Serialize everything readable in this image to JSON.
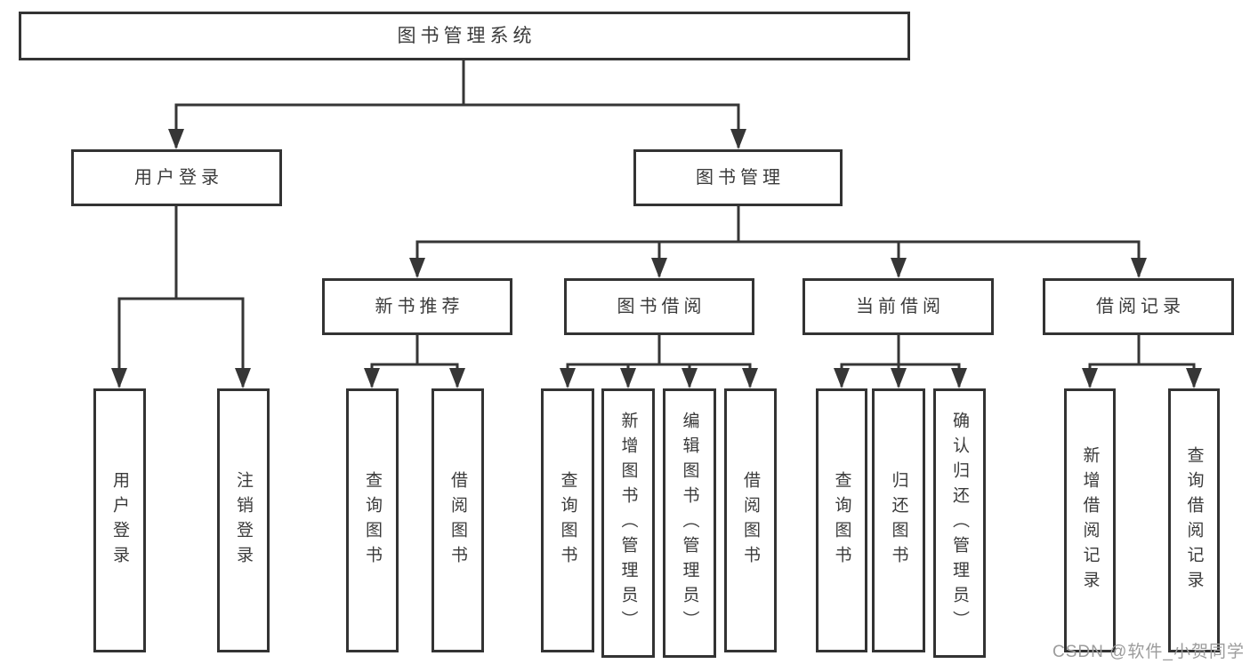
{
  "diagram": {
    "root": {
      "label": "图书管理系统"
    },
    "user_login": {
      "label": "用户登录",
      "children": [
        {
          "label": "用户登录"
        },
        {
          "label": "注销登录"
        }
      ]
    },
    "book_management": {
      "label": "图书管理",
      "sections": [
        {
          "label": "新书推荐",
          "children": [
            {
              "label": "查询图书"
            },
            {
              "label": "借阅图书"
            }
          ]
        },
        {
          "label": "图书借阅",
          "children": [
            {
              "label": "查询图书"
            },
            {
              "label": "新增图书（管理员）"
            },
            {
              "label": "编辑图书（管理员）"
            },
            {
              "label": "借阅图书"
            }
          ]
        },
        {
          "label": "当前借阅",
          "children": [
            {
              "label": "查询图书"
            },
            {
              "label": "归还图书"
            },
            {
              "label": "确认归还（管理员）"
            }
          ]
        },
        {
          "label": "借阅记录",
          "children": [
            {
              "label": "新增借阅记录"
            },
            {
              "label": "查询借阅记录"
            }
          ]
        }
      ]
    },
    "watermark": "CSDN @软件_小贺同学",
    "colors": {
      "line": "#363636",
      "box_border": "#333333",
      "box_fill": "#ffffff",
      "text": "#3b3b3b",
      "watermark": "#9c9c9c",
      "background": "#ffffff"
    }
  }
}
